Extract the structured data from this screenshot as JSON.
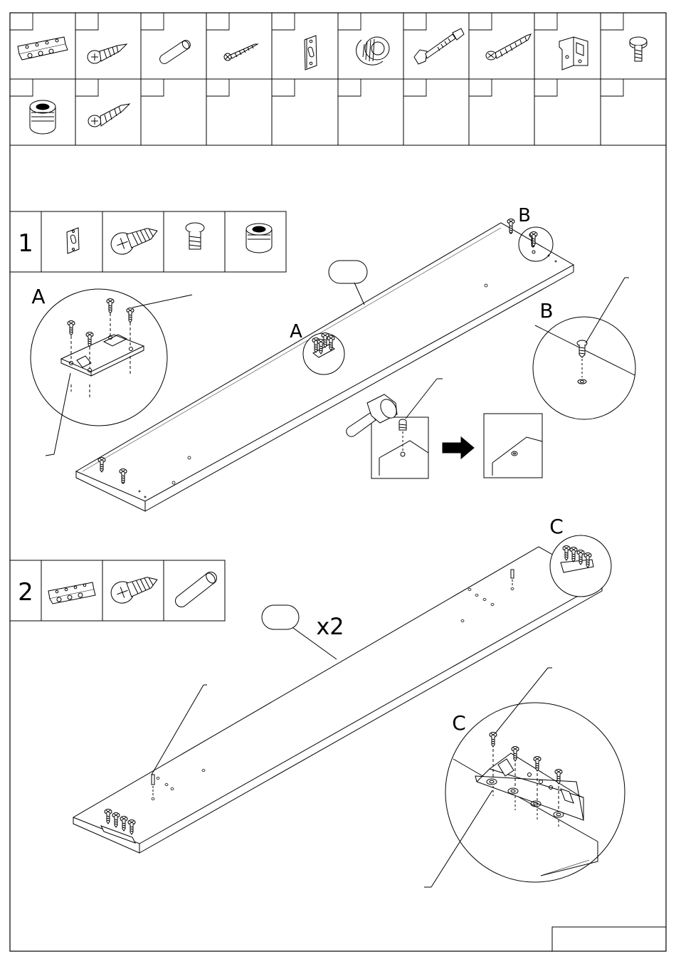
{
  "hardware_legend": {
    "row1": [
      {
        "icon": "angle-bracket-icon"
      },
      {
        "icon": "flat-head-screw-icon"
      },
      {
        "icon": "wooden-dowel-icon"
      },
      {
        "icon": "long-screw-icon"
      },
      {
        "icon": "hanging-plate-icon"
      },
      {
        "icon": "cam-lock-icon"
      },
      {
        "icon": "cam-bolt-icon"
      },
      {
        "icon": "wood-screw-icon"
      },
      {
        "icon": "hinge-bracket-icon"
      },
      {
        "icon": "leveling-glide-icon"
      }
    ],
    "row2": [
      {
        "icon": "threaded-insert-icon"
      },
      {
        "icon": "pan-head-screw-icon"
      }
    ]
  },
  "steps": [
    {
      "number": "1",
      "parts": [
        "hanging-plate-icon",
        "flat-head-screw-icon",
        "leveling-glide-icon",
        "threaded-insert-icon"
      ]
    },
    {
      "number": "2",
      "parts": [
        "angle-bracket-icon",
        "flat-head-screw-icon",
        "wooden-dowel-icon"
      ]
    }
  ],
  "callouts": {
    "a_detail": "A",
    "a_board": "A",
    "b_board": "B",
    "b_detail": "B",
    "c_board": "C",
    "c_detail": "C",
    "quantity": "x2"
  }
}
